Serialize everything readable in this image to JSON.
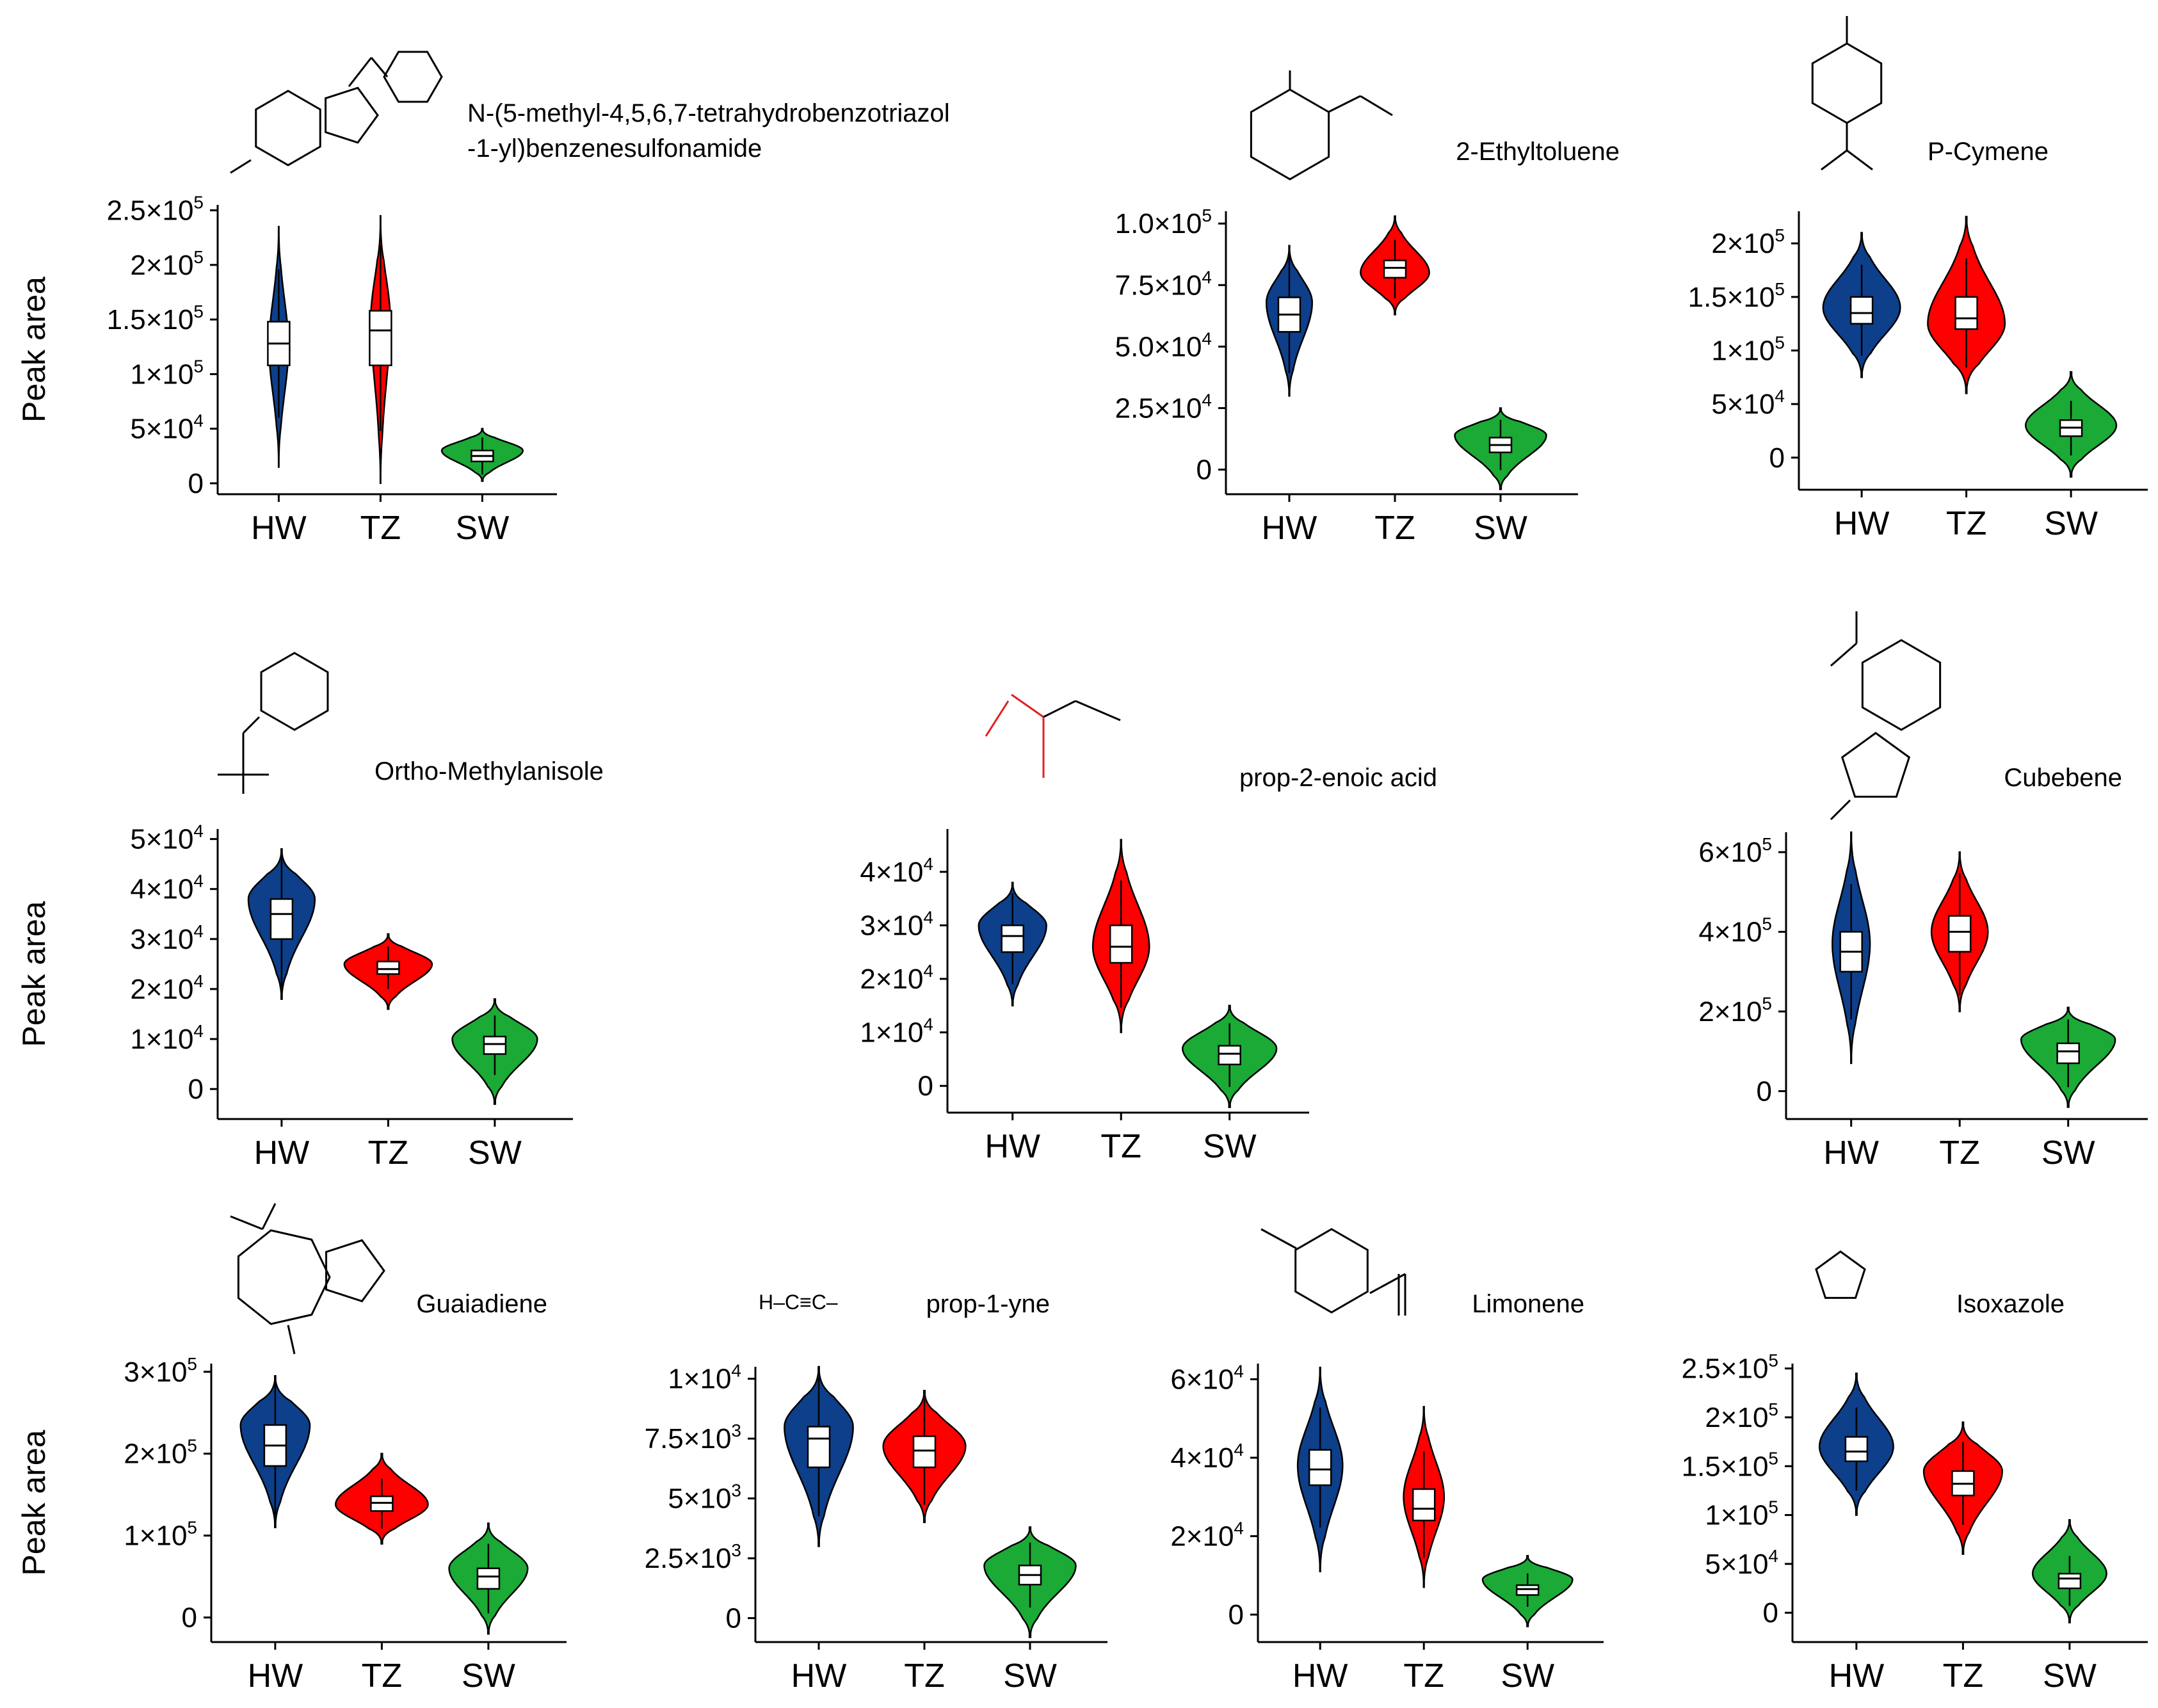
{
  "y_axis_label": "Peak area",
  "colors": {
    "HW": "#0d3f8a",
    "TZ": "#ff0000",
    "SW": "#1aaa35",
    "structure_heteroatom": "#e02020"
  },
  "chart_data": [
    {
      "type": "violin",
      "title": "N-(5-methyl-4,5,6,7-tetrahydrobenzotriazol-1-yl)benzenesulfonamide",
      "title_lines": [
        "N-(5-methyl-4,5,6,7-tetrahydrobenzotriazol",
        "-1-yl)benzenesulfonamide"
      ],
      "structure_icon": "benzotriazole-sulfonamide-structure-icon",
      "categories": [
        "HW",
        "TZ",
        "SW"
      ],
      "ylim": [
        -10000,
        255000
      ],
      "ylabel": "Peak area",
      "yticks": [
        {
          "v": 0,
          "base": "0",
          "exp": ""
        },
        {
          "v": 50000,
          "base": "5×10",
          "exp": "4"
        },
        {
          "v": 100000,
          "base": "1×10",
          "exp": "5"
        },
        {
          "v": 150000,
          "base": "1.5×10",
          "exp": "5"
        },
        {
          "v": 200000,
          "base": "2×10",
          "exp": "5"
        },
        {
          "v": 250000,
          "base": "2.5×10",
          "exp": "5"
        }
      ],
      "series": [
        {
          "name": "HW",
          "min": 15000,
          "max": 235000,
          "q1": 108000,
          "median": 128000,
          "q3": 148000,
          "mode": 125000,
          "width": 0.22
        },
        {
          "name": "TZ",
          "min": 0,
          "max": 245000,
          "q1": 108000,
          "median": 140000,
          "q3": 158000,
          "mode": 150000,
          "width": 0.22
        },
        {
          "name": "SW",
          "min": 2000,
          "max": 50000,
          "q1": 20000,
          "median": 25000,
          "q3": 30000,
          "mode": 30000,
          "width": 0.92
        }
      ]
    },
    {
      "type": "violin",
      "title": "2-Ethyltoluene",
      "title_lines": [
        "2-Ethyltoluene"
      ],
      "structure_icon": "ethyltoluene-structure-icon",
      "categories": [
        "HW",
        "TZ",
        "SW"
      ],
      "ylim": [
        -10000,
        105000
      ],
      "ylabel": "",
      "yticks": [
        {
          "v": 0,
          "base": "0",
          "exp": ""
        },
        {
          "v": 25000,
          "base": "2.5×10",
          "exp": "4"
        },
        {
          "v": 50000,
          "base": "5.0×10",
          "exp": "4"
        },
        {
          "v": 75000,
          "base": "7.5×10",
          "exp": "4"
        },
        {
          "v": 100000,
          "base": "1.0×10",
          "exp": "5"
        }
      ],
      "series": [
        {
          "name": "HW",
          "min": 30000,
          "max": 91000,
          "q1": 56000,
          "median": 63000,
          "q3": 70000,
          "mode": 68000,
          "width": 0.5
        },
        {
          "name": "TZ",
          "min": 63000,
          "max": 103000,
          "q1": 78000,
          "median": 82000,
          "q3": 85000,
          "mode": 80000,
          "width": 0.75
        },
        {
          "name": "SW",
          "min": -8000,
          "max": 25000,
          "q1": 7000,
          "median": 10000,
          "q3": 13000,
          "mode": 14000,
          "width": 1.0
        }
      ]
    },
    {
      "type": "violin",
      "title": "P-Cymene",
      "title_lines": [
        "P-Cymene"
      ],
      "structure_icon": "p-cymene-structure-icon",
      "categories": [
        "HW",
        "TZ",
        "SW"
      ],
      "ylim": [
        -30000,
        230000
      ],
      "ylabel": "",
      "yticks": [
        {
          "v": 0,
          "base": "0",
          "exp": ""
        },
        {
          "v": 50000,
          "base": "5×10",
          "exp": "4"
        },
        {
          "v": 100000,
          "base": "1×10",
          "exp": "5"
        },
        {
          "v": 150000,
          "base": "1.5×10",
          "exp": "5"
        },
        {
          "v": 200000,
          "base": "2×10",
          "exp": "5"
        }
      ],
      "series": [
        {
          "name": "HW",
          "min": 75000,
          "max": 210000,
          "q1": 125000,
          "median": 135000,
          "q3": 150000,
          "mode": 140000,
          "width": 0.85
        },
        {
          "name": "TZ",
          "min": 60000,
          "max": 225000,
          "q1": 120000,
          "median": 130000,
          "q3": 150000,
          "mode": 125000,
          "width": 0.85
        },
        {
          "name": "SW",
          "min": -18000,
          "max": 80000,
          "q1": 20000,
          "median": 28000,
          "q3": 35000,
          "mode": 30000,
          "width": 1.0
        }
      ]
    },
    {
      "type": "violin",
      "title": "Ortho-Methylanisole",
      "title_lines": [
        "Ortho-Methylanisole"
      ],
      "structure_icon": "thiopyridine-structure-icon",
      "categories": [
        "HW",
        "TZ",
        "SW"
      ],
      "ylim": [
        -6000,
        52000
      ],
      "ylabel": "Peak area",
      "yticks": [
        {
          "v": 0,
          "base": "0",
          "exp": ""
        },
        {
          "v": 10000,
          "base": "1×10",
          "exp": "4"
        },
        {
          "v": 20000,
          "base": "2×10",
          "exp": "4"
        },
        {
          "v": 30000,
          "base": "3×10",
          "exp": "4"
        },
        {
          "v": 40000,
          "base": "4×10",
          "exp": "4"
        },
        {
          "v": 50000,
          "base": "5×10",
          "exp": "4"
        }
      ],
      "series": [
        {
          "name": "HW",
          "min": 18000,
          "max": 48000,
          "q1": 30000,
          "median": 35000,
          "q3": 38000,
          "mode": 38000,
          "width": 0.72
        },
        {
          "name": "TZ",
          "min": 16000,
          "max": 31000,
          "q1": 23000,
          "median": 24000,
          "q3": 25500,
          "mode": 25000,
          "width": 0.95
        },
        {
          "name": "SW",
          "min": -3000,
          "max": 18000,
          "q1": 7000,
          "median": 9000,
          "q3": 10500,
          "mode": 10000,
          "width": 0.92
        }
      ]
    },
    {
      "type": "violin",
      "title": "prop-2-enoic acid",
      "title_lines": [
        "prop-2-enoic acid"
      ],
      "structure_icon": "acrylic-acid-structure-icon",
      "categories": [
        "HW",
        "TZ",
        "SW"
      ],
      "ylim": [
        -5000,
        48000
      ],
      "ylabel": "",
      "yticks": [
        {
          "v": 0,
          "base": "0",
          "exp": ""
        },
        {
          "v": 10000,
          "base": "1×10",
          "exp": "4"
        },
        {
          "v": 20000,
          "base": "2×10",
          "exp": "4"
        },
        {
          "v": 30000,
          "base": "3×10",
          "exp": "4"
        },
        {
          "v": 40000,
          "base": "4×10",
          "exp": "4"
        }
      ],
      "series": [
        {
          "name": "HW",
          "min": 15000,
          "max": 38000,
          "q1": 25000,
          "median": 28000,
          "q3": 30000,
          "mode": 30000,
          "width": 0.72
        },
        {
          "name": "TZ",
          "min": 10000,
          "max": 46000,
          "q1": 23000,
          "median": 26000,
          "q3": 30000,
          "mode": 26000,
          "width": 0.6
        },
        {
          "name": "SW",
          "min": -4000,
          "max": 15000,
          "q1": 4000,
          "median": 6000,
          "q3": 7500,
          "mode": 7000,
          "width": 1.0
        }
      ]
    },
    {
      "type": "violin",
      "title": "Cubebene",
      "title_lines": [
        "Cubebene"
      ],
      "structure_icon": "cubebene-structure-icon",
      "categories": [
        "HW",
        "TZ",
        "SW"
      ],
      "ylim": [
        -70000,
        650000
      ],
      "ylabel": "",
      "yticks": [
        {
          "v": 0,
          "base": "0",
          "exp": ""
        },
        {
          "v": 200000,
          "base": "2×10",
          "exp": "5"
        },
        {
          "v": 400000,
          "base": "4×10",
          "exp": "5"
        },
        {
          "v": 600000,
          "base": "6×10",
          "exp": "5"
        }
      ],
      "series": [
        {
          "name": "HW",
          "min": 70000,
          "max": 650000,
          "q1": 300000,
          "median": 350000,
          "q3": 400000,
          "mode": 370000,
          "width": 0.4
        },
        {
          "name": "TZ",
          "min": 200000,
          "max": 600000,
          "q1": 350000,
          "median": 400000,
          "q3": 440000,
          "mode": 400000,
          "width": 0.6
        },
        {
          "name": "SW",
          "min": -40000,
          "max": 210000,
          "q1": 70000,
          "median": 100000,
          "q3": 120000,
          "mode": 130000,
          "width": 1.0
        }
      ]
    },
    {
      "type": "violin",
      "title": "Guaiadiene",
      "title_lines": [
        "Guaiadiene"
      ],
      "structure_icon": "guaiadiene-structure-icon",
      "categories": [
        "HW",
        "TZ",
        "SW"
      ],
      "ylim": [
        -30000,
        310000
      ],
      "ylabel": "Peak area",
      "yticks": [
        {
          "v": 0,
          "base": "0",
          "exp": ""
        },
        {
          "v": 100000,
          "base": "1×10",
          "exp": "5"
        },
        {
          "v": 200000,
          "base": "2×10",
          "exp": "5"
        },
        {
          "v": 300000,
          "base": "3×10",
          "exp": "5"
        }
      ],
      "series": [
        {
          "name": "HW",
          "min": 110000,
          "max": 295000,
          "q1": 185000,
          "median": 210000,
          "q3": 235000,
          "mode": 235000,
          "width": 0.75
        },
        {
          "name": "TZ",
          "min": 90000,
          "max": 200000,
          "q1": 130000,
          "median": 140000,
          "q3": 148000,
          "mode": 138000,
          "width": 1.0
        },
        {
          "name": "SW",
          "min": -20000,
          "max": 115000,
          "q1": 35000,
          "median": 50000,
          "q3": 60000,
          "mode": 60000,
          "width": 0.85
        }
      ]
    },
    {
      "type": "violin",
      "title": "prop-1-yne",
      "title_lines": [
        "prop-1-yne"
      ],
      "structure_icon": "propyne-structure-icon",
      "categories": [
        "HW",
        "TZ",
        "SW"
      ],
      "ylim": [
        -1000,
        10500
      ],
      "ylabel": "",
      "yticks": [
        {
          "v": 0,
          "base": "0",
          "exp": ""
        },
        {
          "v": 2500,
          "base": "2.5×10",
          "exp": "3"
        },
        {
          "v": 5000,
          "base": "5×10",
          "exp": "3"
        },
        {
          "v": 7500,
          "base": "7.5×10",
          "exp": "3"
        },
        {
          "v": 10000,
          "base": "1×10",
          "exp": "4"
        }
      ],
      "series": [
        {
          "name": "HW",
          "min": 3000,
          "max": 10500,
          "q1": 6300,
          "median": 7500,
          "q3": 8000,
          "mode": 8000,
          "width": 0.75
        },
        {
          "name": "TZ",
          "min": 4000,
          "max": 9500,
          "q1": 6300,
          "median": 7000,
          "q3": 7600,
          "mode": 7200,
          "width": 0.9
        },
        {
          "name": "SW",
          "min": -800,
          "max": 3800,
          "q1": 1400,
          "median": 1800,
          "q3": 2200,
          "mode": 2200,
          "width": 1.0
        }
      ]
    },
    {
      "type": "violin",
      "title": "Limonene",
      "title_lines": [
        "Limonene"
      ],
      "structure_icon": "limonene-structure-icon",
      "categories": [
        "HW",
        "TZ",
        "SW"
      ],
      "ylim": [
        -7000,
        64000
      ],
      "ylabel": "",
      "yticks": [
        {
          "v": 0,
          "base": "0",
          "exp": ""
        },
        {
          "v": 20000,
          "base": "2×10",
          "exp": "4"
        },
        {
          "v": 40000,
          "base": "4×10",
          "exp": "4"
        },
        {
          "v": 60000,
          "base": "6×10",
          "exp": "4"
        }
      ],
      "series": [
        {
          "name": "HW",
          "min": 11000,
          "max": 63000,
          "q1": 33000,
          "median": 37000,
          "q3": 42000,
          "mode": 38000,
          "width": 0.5
        },
        {
          "name": "TZ",
          "min": 7000,
          "max": 53000,
          "q1": 24000,
          "median": 27000,
          "q3": 32000,
          "mode": 30000,
          "width": 0.45
        },
        {
          "name": "SW",
          "min": -3000,
          "max": 15000,
          "q1": 5000,
          "median": 6500,
          "q3": 7500,
          "mode": 9000,
          "width": 1.0
        }
      ]
    },
    {
      "type": "violin",
      "title": "Isoxazole",
      "title_lines": [
        "Isoxazole"
      ],
      "structure_icon": "isoxazole-structure-icon",
      "categories": [
        "HW",
        "TZ",
        "SW"
      ],
      "ylim": [
        -30000,
        255000
      ],
      "ylabel": "",
      "yticks": [
        {
          "v": 0,
          "base": "0",
          "exp": ""
        },
        {
          "v": 50000,
          "base": "5×10",
          "exp": "4"
        },
        {
          "v": 100000,
          "base": "1×10",
          "exp": "5"
        },
        {
          "v": 150000,
          "base": "1.5×10",
          "exp": "5"
        },
        {
          "v": 200000,
          "base": "2×10",
          "exp": "5"
        },
        {
          "v": 250000,
          "base": "2.5×10",
          "exp": "5"
        }
      ],
      "series": [
        {
          "name": "HW",
          "min": 100000,
          "max": 245000,
          "q1": 155000,
          "median": 165000,
          "q3": 180000,
          "mode": 170000,
          "width": 0.8
        },
        {
          "name": "TZ",
          "min": 60000,
          "max": 195000,
          "q1": 120000,
          "median": 132000,
          "q3": 145000,
          "mode": 145000,
          "width": 0.85
        },
        {
          "name": "SW",
          "min": -10000,
          "max": 95000,
          "q1": 25000,
          "median": 35000,
          "q3": 40000,
          "mode": 40000,
          "width": 0.8
        }
      ]
    }
  ]
}
